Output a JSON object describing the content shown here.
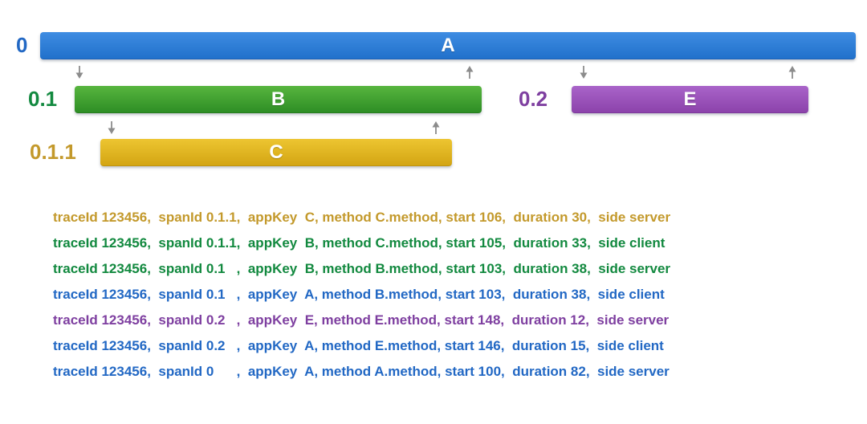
{
  "palette": {
    "blue-text": "#2268c4",
    "green-text": "#12893f",
    "gold-text": "#c3992b",
    "purple-text": "#7e3fa0",
    "arrow-gray": "#8c8c8c",
    "bar-label-white": "#ffffff",
    "bar-blue-top": "#3e8ce2",
    "bar-blue-bottom": "#2171cb",
    "bar-green-top": "#57b53e",
    "bar-green-bottom": "#2e8e25",
    "bar-gold-top": "#edc531",
    "bar-gold-bottom": "#d3a513",
    "bar-purple-top": "#a964c9",
    "bar-purple-bottom": "#8c43ab"
  },
  "diagram": {
    "rows": [
      {
        "id_label": "0",
        "bar_label": "A",
        "color": "blue"
      },
      {
        "id_label": "0.1",
        "bar_label": "B",
        "color": "green"
      },
      {
        "id_label": "0.1.1",
        "bar_label": "C",
        "color": "gold"
      },
      {
        "id_label": "0.2",
        "bar_label": "E",
        "color": "purple"
      }
    ]
  },
  "trace_log": {
    "lines": [
      {
        "color": "gold",
        "text": "traceId 123456,  spanId 0.1.1,  appKey  C, method C.method, start 106,  duration 30,  side server"
      },
      {
        "color": "green",
        "text": "traceId 123456,  spanId 0.1.1,  appKey  B, method C.method, start 105,  duration 33,  side client"
      },
      {
        "color": "green",
        "text": "traceId 123456,  spanId 0.1   ,  appKey  B, method B.method, start 103,  duration 38,  side server"
      },
      {
        "color": "blue",
        "text": "traceId 123456,  spanId 0.1   ,  appKey  A, method B.method, start 103,  duration 38,  side client"
      },
      {
        "color": "purple",
        "text": "traceId 123456,  spanId 0.2   ,  appKey  E, method E.method, start 148,  duration 12,  side server"
      },
      {
        "color": "blue",
        "text": "traceId 123456,  spanId 0.2   ,  appKey  A, method E.method, start 146,  duration 15,  side client"
      },
      {
        "color": "blue",
        "text": "traceId 123456,  spanId 0      ,  appKey  A, method A.method, start 100,  duration 82,  side server"
      }
    ]
  }
}
